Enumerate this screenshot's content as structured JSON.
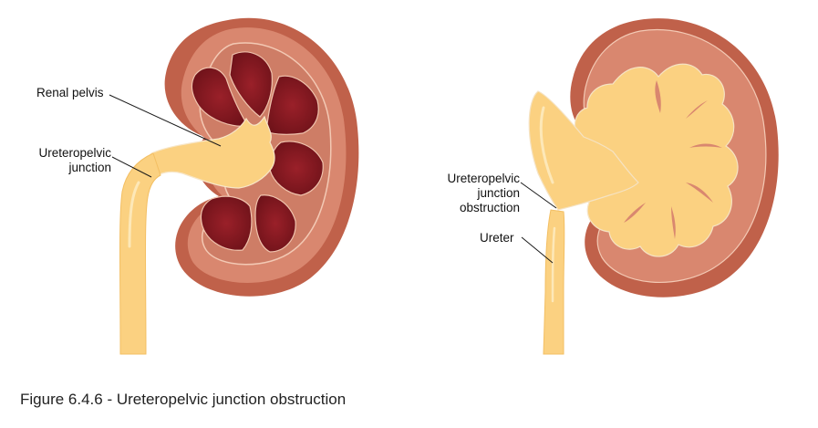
{
  "labels": {
    "renal_pelvis": "Renal pelvis",
    "upj_line1": "Ureteropelvic",
    "upj_line2": "junction",
    "upjo_line1": "Ureteropelvic",
    "upjo_line2": "junction",
    "upjo_line3": "obstruction",
    "ureter": "Ureter"
  },
  "caption": "Figure 6.4.6 - Ureteropelvic junction obstruction",
  "colors": {
    "capsule": "#c0614a",
    "capsule_dark": "#a94c3a",
    "cortex": "#d9876f",
    "medulla": "#ce7d66",
    "pyramid": "#8e1c24",
    "pyramid_dark": "#6f1219",
    "urine": "#fbd181",
    "urine_edge": "#f3bf63",
    "inner_line": "#f3c9b4"
  }
}
